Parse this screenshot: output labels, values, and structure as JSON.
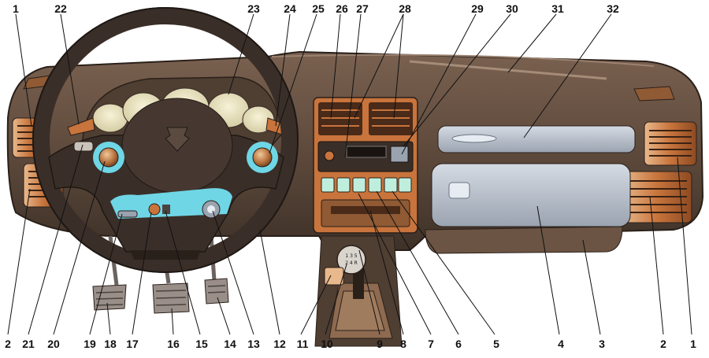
{
  "colors": {
    "dash_dark": "#4a3a2e",
    "dash_mid": "#6b5443",
    "dash_light": "#8d7461",
    "vent_orange": "#c8743c",
    "vent_light": "#e7b88a",
    "gauge_face": "#efe9c9",
    "highlight_cyan": "#6fd6e6",
    "glovebox": "#b8c0cc",
    "wheel": "#3a2e28",
    "pedal": "#9a8f88"
  },
  "labels_top": [
    "1",
    "22",
    "23",
    "24",
    "25",
    "26",
    "27",
    "28",
    "29",
    "30",
    "31",
    "32"
  ],
  "labels_bottom": [
    "2",
    "21",
    "20",
    "19",
    "18",
    "17",
    "16",
    "15",
    "14",
    "13",
    "12",
    "11",
    "10",
    "9",
    "8",
    "7",
    "6",
    "5",
    "4",
    "3",
    "2",
    "1"
  ],
  "gear_pattern": {
    "row1": "1 3 5",
    "row2": "2 4 R"
  }
}
